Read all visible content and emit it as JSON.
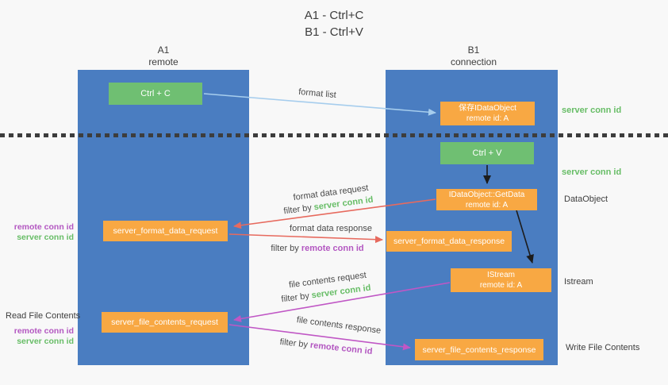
{
  "title": {
    "line1": "A1 - Ctrl+C",
    "line2": "B1 - Ctrl+V"
  },
  "columns": {
    "left": {
      "name": "A1",
      "role": "remote"
    },
    "right": {
      "name": "B1",
      "role": "connection"
    }
  },
  "nodes": {
    "ctrl_c": {
      "label": "Ctrl + C"
    },
    "save_dataobject": {
      "line1": "保存IDataObject",
      "line2": "remote id: A"
    },
    "ctrl_v": {
      "label": "Ctrl + V"
    },
    "getdata": {
      "line1": "IDataObject::GetData",
      "line2": "remote id: A"
    },
    "format_request": {
      "label": "server_format_data_request"
    },
    "format_response": {
      "label": "server_format_data_response"
    },
    "istream": {
      "line1": "IStream",
      "line2": "remote id: A"
    },
    "file_request": {
      "label": "server_file_contents_request"
    },
    "file_response": {
      "label": "server_file_contents_response"
    }
  },
  "arrow_labels": {
    "format_list": "format list",
    "format_data_request": "format data request",
    "format_data_response": "format data response",
    "file_contents_request": "file contents request",
    "file_contents_response": "file contents response",
    "filter_by": "filter by",
    "server_conn_id": "server conn id",
    "remote_conn_id": "remote conn id"
  },
  "side_labels": {
    "server_conn_id_top": "server conn id",
    "server_conn_id_mid": "server conn id",
    "dataobject": "DataObject",
    "istream": "Istream",
    "write_file_contents": "Write File Contents",
    "read_file_contents": "Read File Contents",
    "remote_conn_id": "remote conn id",
    "server_conn_id": "server conn id"
  },
  "colors": {
    "column_blue": "#4a7dc1",
    "green_button": "#6fbf72",
    "orange_box": "#f8a843",
    "green_text": "#67bd66",
    "purple_text": "#b357c1",
    "red_arrow": "#e76a5e",
    "magenta_arrow": "#c057c5",
    "light_blue_arrow": "#a6cded",
    "black_arrow": "#1c1c1c",
    "background": "#f8f8f8"
  }
}
